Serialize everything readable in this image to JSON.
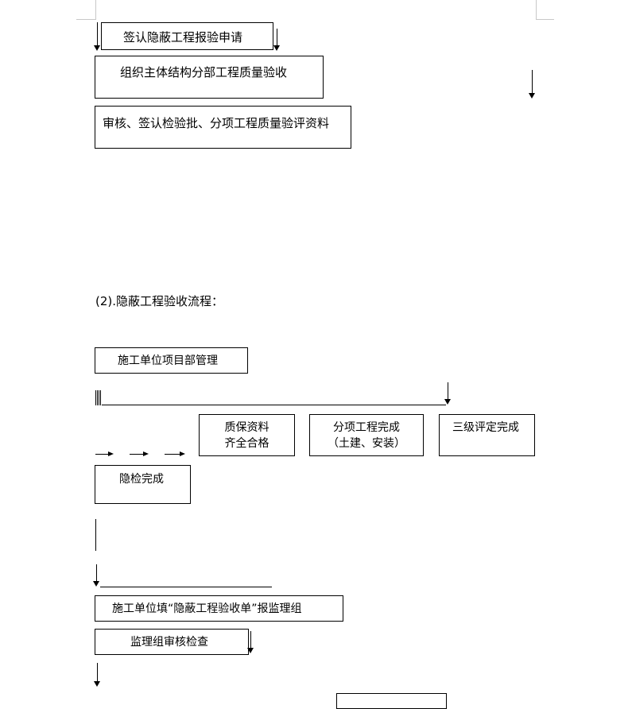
{
  "flow1": {
    "sign_hidden": "签认隐蔽工程报验申请",
    "organize": "组织主体结构分部工程质量验收",
    "review": "审核、签认检验批、分项工程质量验评资料"
  },
  "section2": {
    "heading": "(2).隐蔽工程验收流程：",
    "project_dept": "施工单位项目部管理",
    "quality_docs_line1": "质保资料",
    "quality_docs_line2": "齐全合格",
    "subitem_line1": "分项工程完成",
    "subitem_line2": "（土建、安装）",
    "three_level": "三级评定完成",
    "hidden_check": "隐检完成",
    "fill_form": "施工单位填“隐蔽工程验收单”报监理组",
    "supervision": "监理组审核检查"
  }
}
